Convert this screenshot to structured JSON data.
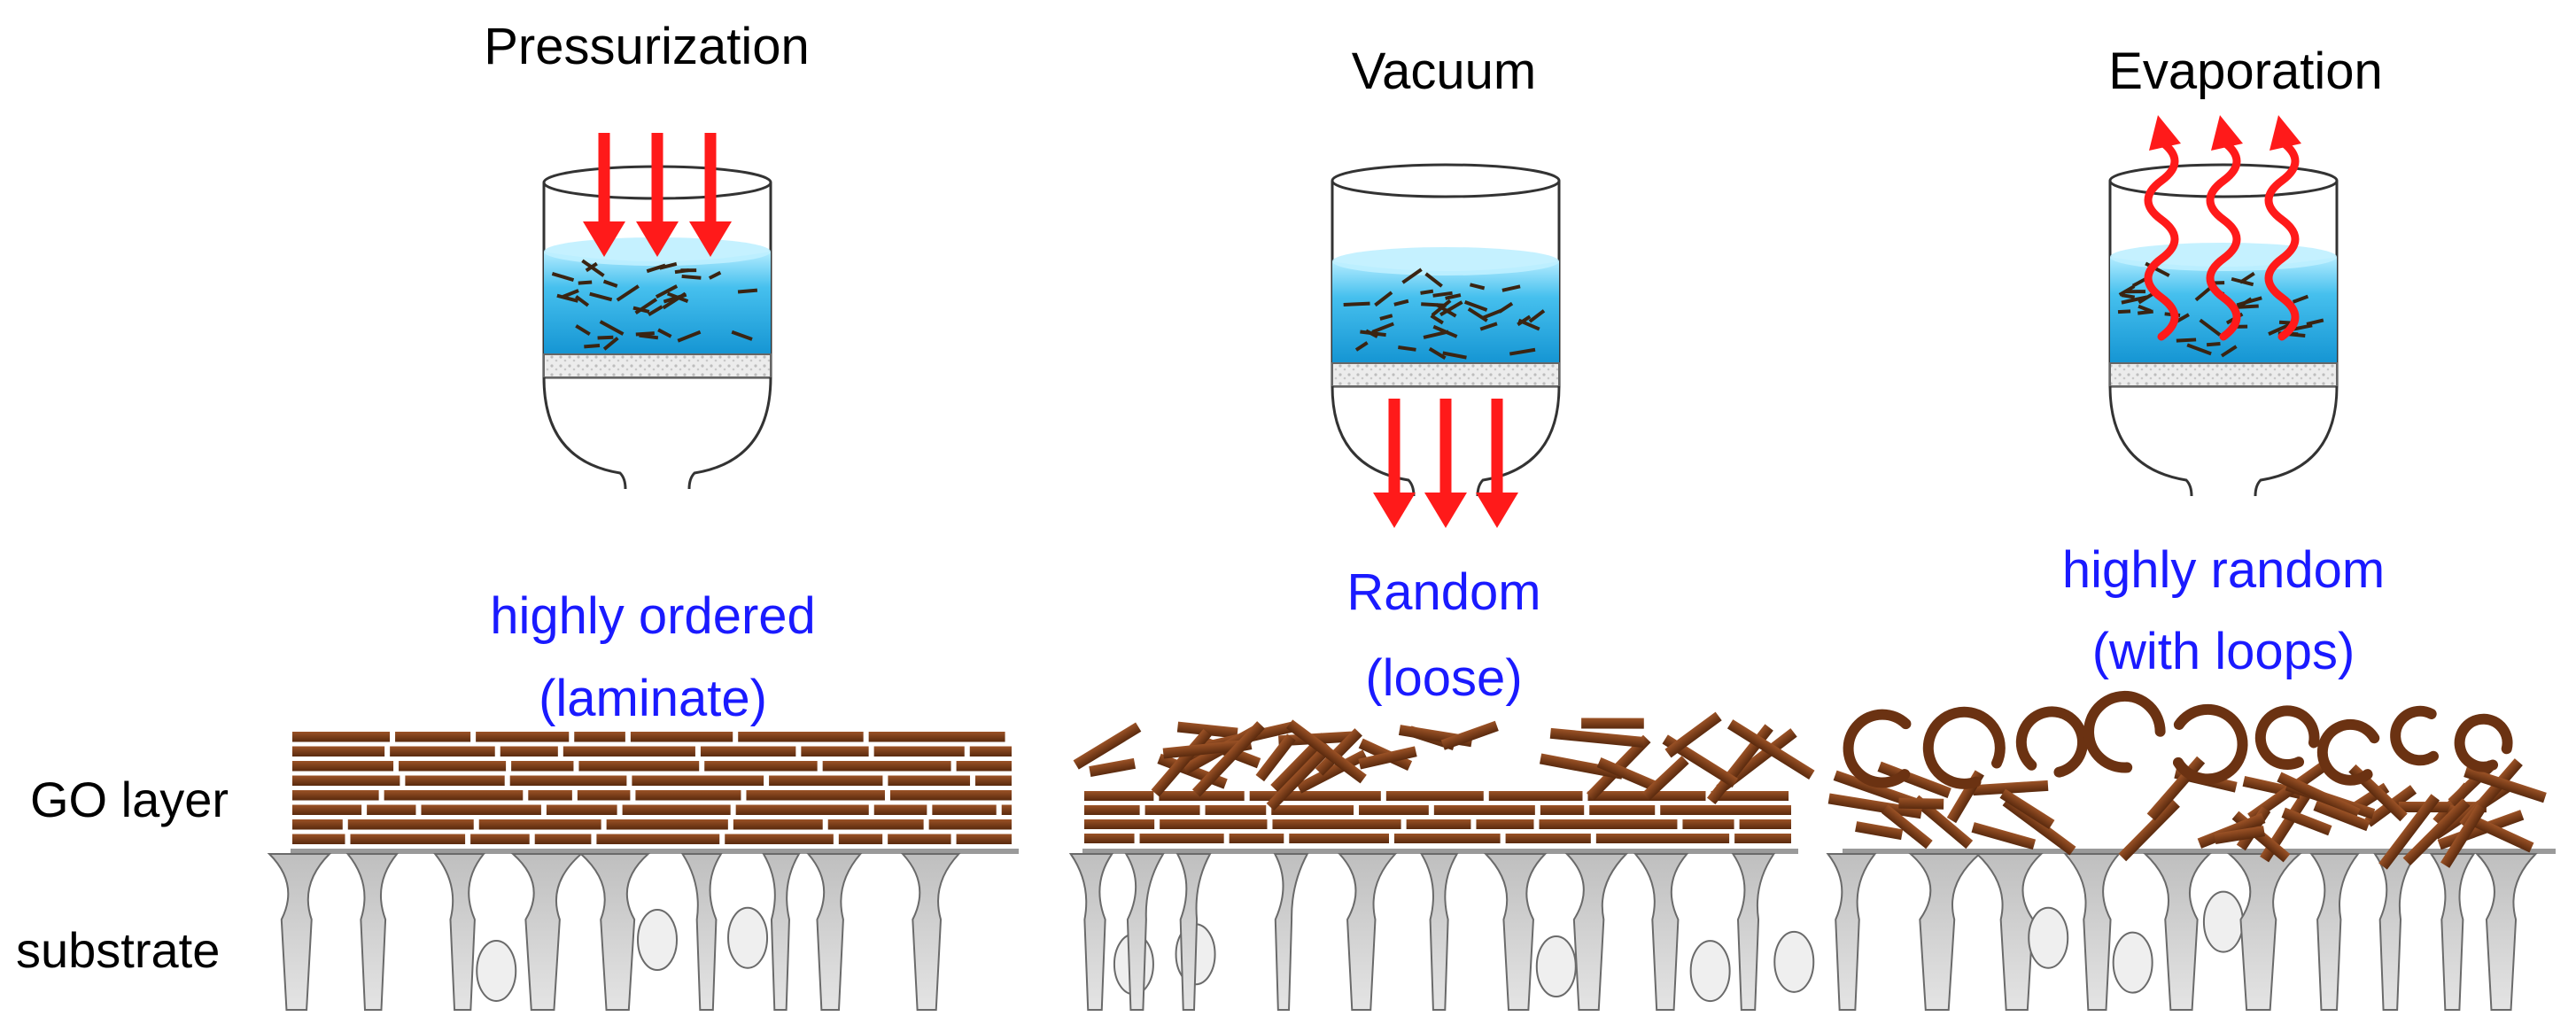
{
  "side_labels": {
    "go_layer": "GO layer",
    "substrate": "substrate"
  },
  "panels": [
    {
      "process": "Pressurization",
      "structure_line1": "highly ordered",
      "structure_line2": "(laminate)",
      "arrangement": "laminate",
      "arrow_style": "straight-down-into-cup"
    },
    {
      "process": "Vacuum",
      "structure_line1": "Random",
      "structure_line2": "(loose)",
      "arrangement": "loose-random",
      "arrow_style": "straight-down-below-funnel"
    },
    {
      "process": "Evaporation",
      "structure_line1": "highly random",
      "structure_line2": "(with loops)",
      "arrangement": "random-with-loops",
      "arrow_style": "wavy-upward"
    }
  ],
  "colors": {
    "text": "#000000",
    "structure_label": "#1a1aff",
    "arrow": "#ff1a1a",
    "go_sheet": "#7a3a16",
    "liquid_top": "#a8e4f8",
    "liquid_bottom": "#1aa3dd",
    "substrate_fill": "#dcdcdc",
    "substrate_line": "#6a6a6a"
  }
}
